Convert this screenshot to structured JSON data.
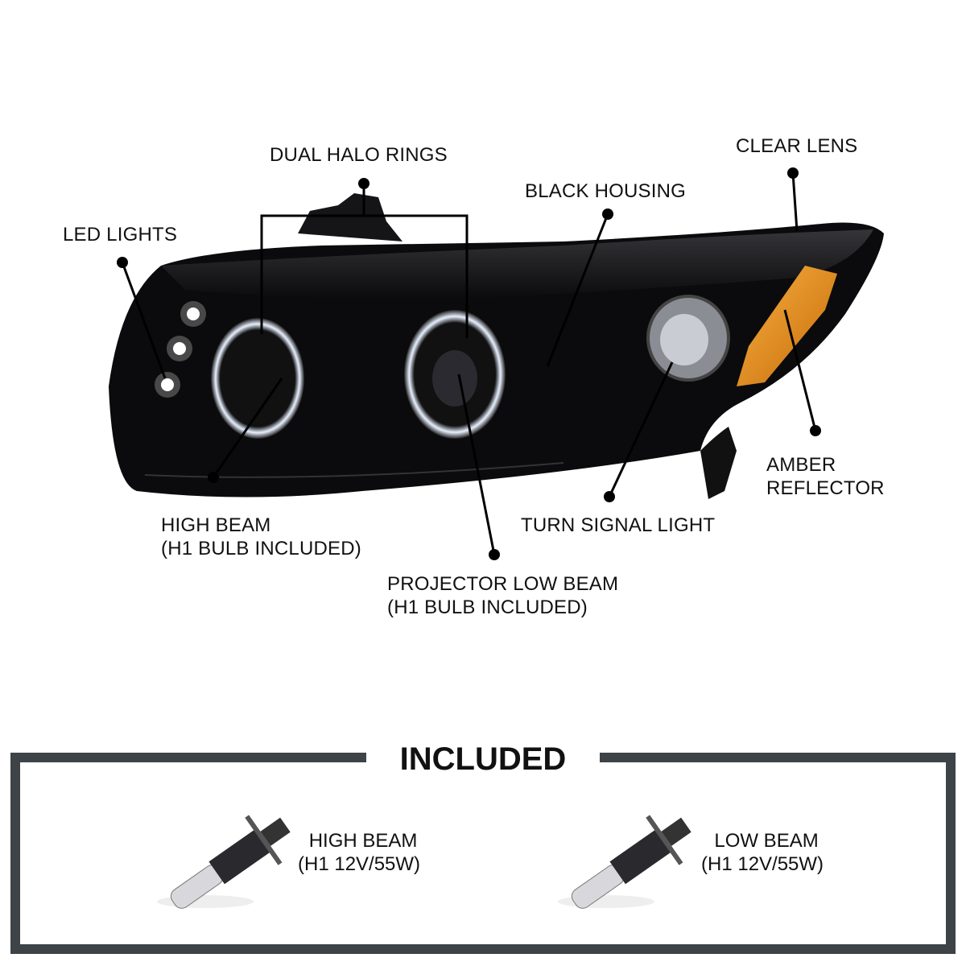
{
  "callouts": {
    "dual_halo_rings": "DUAL HALO RINGS",
    "clear_lens": "CLEAR LENS",
    "black_housing": "BLACK HOUSING",
    "led_lights": "LED LIGHTS",
    "amber_reflector_1": "AMBER",
    "amber_reflector_2": "REFLECTOR",
    "high_beam_1": "HIGH BEAM",
    "high_beam_2": "(H1 BULB INCLUDED)",
    "turn_signal": "TURN SIGNAL LIGHT",
    "projector_1": "PROJECTOR LOW BEAM",
    "projector_2": "(H1 BULB INCLUDED)"
  },
  "included": {
    "title": "INCLUDED",
    "items": [
      {
        "name": "HIGH BEAM",
        "spec": "(H1 12V/55W)"
      },
      {
        "name": "LOW BEAM",
        "spec": "(H1 12V/55W)"
      }
    ]
  },
  "colors": {
    "border": "#3d4346",
    "housing": "#0b0b0d",
    "amber": "#e08a1a"
  }
}
